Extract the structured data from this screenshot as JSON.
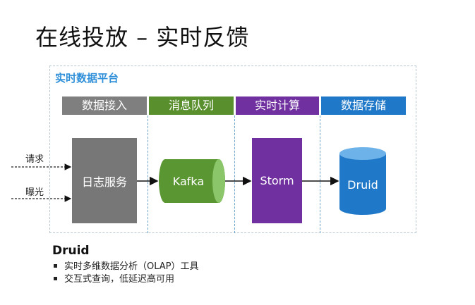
{
  "title": "在线投放 – 实时反馈",
  "platform": {
    "label": "实时数据平台"
  },
  "stages": [
    {
      "label": "数据接入",
      "color": "#7f7f7f"
    },
    {
      "label": "消息队列",
      "color": "#5a8f2e"
    },
    {
      "label": "实时计算",
      "color": "#7030a0"
    },
    {
      "label": "数据存储",
      "color": "#1f78c8"
    }
  ],
  "inputs": {
    "request": "请求",
    "exposure": "曝光"
  },
  "components": {
    "log_service": "日志服务",
    "kafka": "Kafka",
    "storm": "Storm",
    "druid": "Druid"
  },
  "druid_section": {
    "heading": "Druid",
    "bullets": [
      "实时多维数据分析（OLAP）工具",
      "交互式查询，低延迟高可用"
    ]
  }
}
